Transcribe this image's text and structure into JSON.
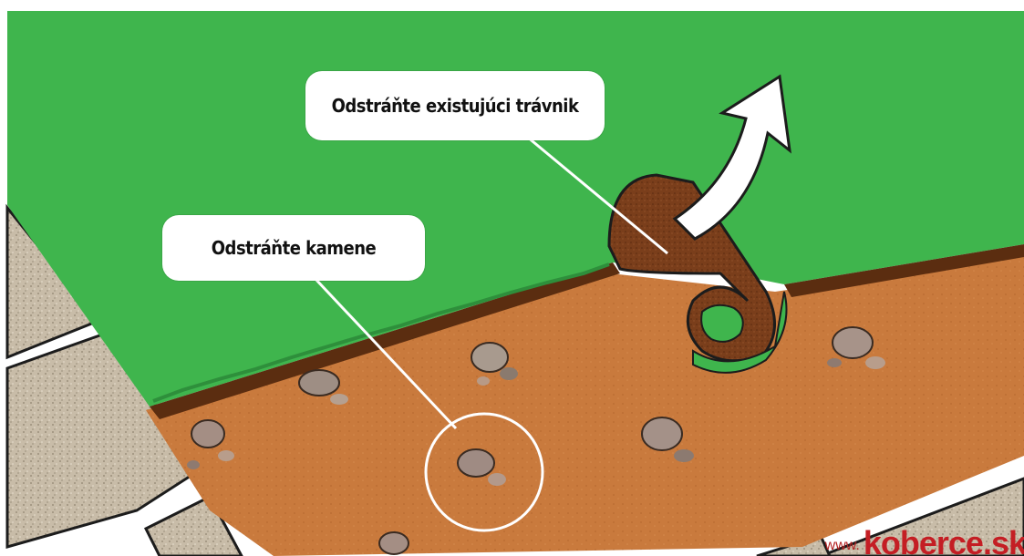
{
  "callouts": {
    "remove_lawn": "Odstráňte  existujúci trávnik",
    "remove_stones": "Odstráňte kamene"
  },
  "brand": {
    "prefix": "www.",
    "name": "koberce.sk"
  },
  "colors": {
    "grass": "#3fb54d",
    "grass_dark": "#2e8f3b",
    "soil": "#c8783a",
    "soil_edge": "#5b2d10",
    "paving": "#cfc4b2",
    "paving_dark": "#9b8f7a",
    "callout_bg": "#ffffff",
    "arrow": "#ffffff",
    "brand_red": "#c41e24"
  }
}
